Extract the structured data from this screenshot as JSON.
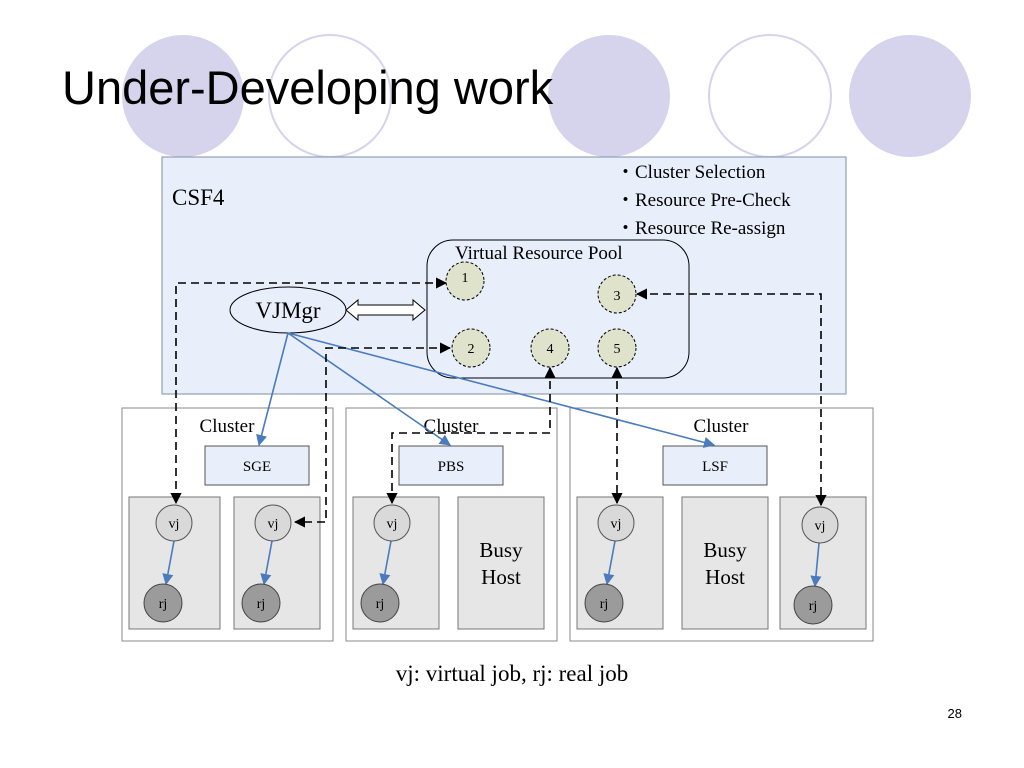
{
  "slide": {
    "title": "Under-Developing work",
    "legend": "vj: virtual job, rj: real job",
    "page_number": "28"
  },
  "colors": {
    "deco_fill": "#d6d4ec",
    "deco_stroke": "#d6d4ec",
    "csf_bg": "#e8eefa",
    "cluster_box_bg": "#e6e6e6",
    "pool_node_fill": "#dfe3cc",
    "vj_fill": "#d9d9d9",
    "rj_fill": "#9b9b9b",
    "blue_arrow": "#4a7bbf"
  },
  "csf": {
    "label": "CSF4",
    "features": [
      "・Cluster Selection",
      "・Resource Pre-Check",
      "・Resource Re-assign"
    ]
  },
  "pool": {
    "label": "Virtual Resource Pool",
    "nodes": [
      "1",
      "2",
      "3",
      "4",
      "5"
    ]
  },
  "vjmgr": {
    "label": "VJMgr"
  },
  "clusters": [
    {
      "label": "Cluster",
      "scheduler": "SGE"
    },
    {
      "label": "Cluster",
      "scheduler": "PBS"
    },
    {
      "label": "Cluster",
      "scheduler": "LSF"
    }
  ],
  "jobs": {
    "vj": "vj",
    "rj": "rj"
  },
  "busy_host": {
    "line1": "Busy",
    "line2": "Host"
  }
}
